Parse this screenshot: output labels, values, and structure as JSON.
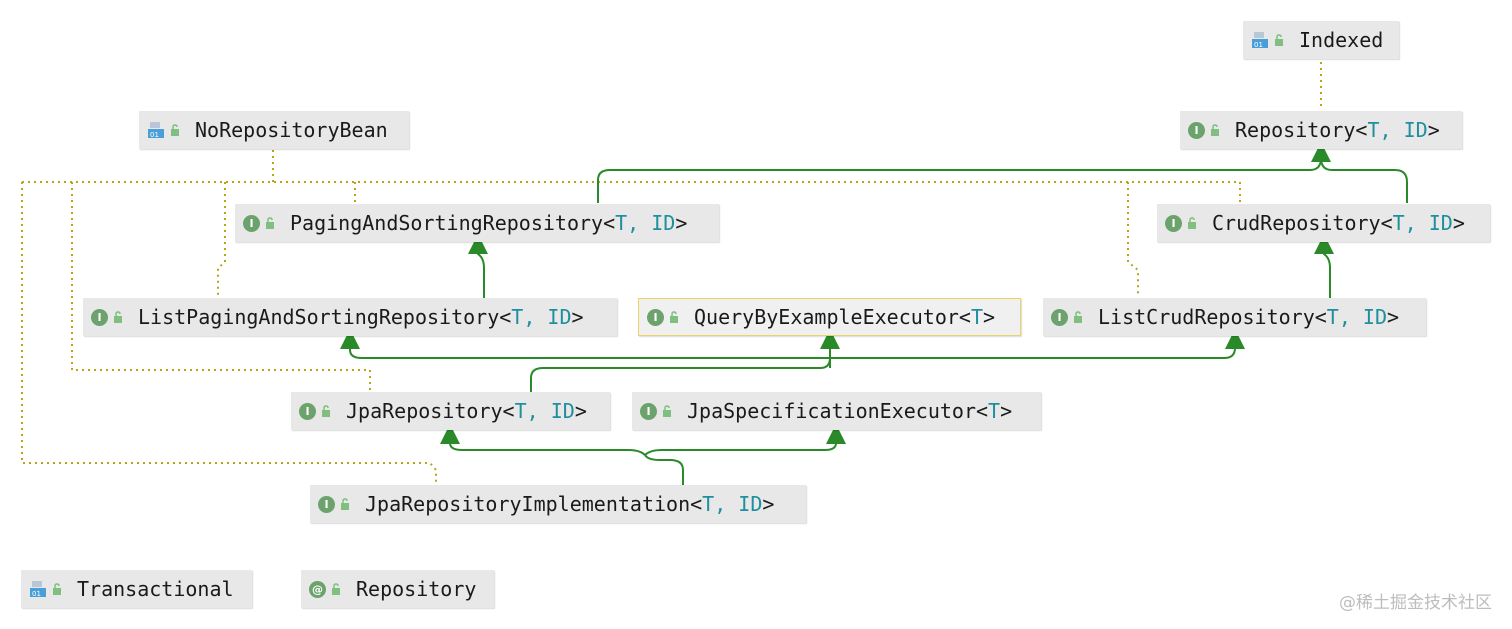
{
  "nodes": {
    "indexed": {
      "kind": "annotation",
      "label": "Indexed",
      "params": ""
    },
    "repository": {
      "kind": "interface",
      "label": "Repository",
      "params": "T, ID"
    },
    "no_repository_bean": {
      "kind": "annotation",
      "label": "NoRepositoryBean",
      "params": ""
    },
    "paging_and_sorting_repository": {
      "kind": "interface",
      "label": "PagingAndSortingRepository",
      "params": "T, ID"
    },
    "crud_repository": {
      "kind": "interface",
      "label": "CrudRepository",
      "params": "T, ID"
    },
    "list_paging_and_sorting_repository": {
      "kind": "interface",
      "label": "ListPagingAndSortingRepository",
      "params": "T, ID"
    },
    "query_by_example_executor": {
      "kind": "interface",
      "label": "QueryByExampleExecutor",
      "params": "T"
    },
    "list_crud_repository": {
      "kind": "interface",
      "label": "ListCrudRepository",
      "params": "T, ID"
    },
    "jpa_repository": {
      "kind": "interface",
      "label": "JpaRepository",
      "params": "T, ID"
    },
    "jpa_specification_executor": {
      "kind": "interface",
      "label": "JpaSpecificationExecutor",
      "params": "T"
    },
    "jpa_repository_implementation": {
      "kind": "interface",
      "label": "JpaRepositoryImplementation",
      "params": "T, ID"
    },
    "transactional": {
      "kind": "annotation",
      "label": "Transactional",
      "params": ""
    },
    "repository_annotation": {
      "kind": "at-annotation",
      "label": "Repository",
      "params": ""
    }
  },
  "icons": {
    "interface": "interface-icon",
    "annotation": "annotation-class-icon",
    "at-annotation": "at-annotation-icon",
    "access": "lock-icon"
  },
  "colors": {
    "extends_edge": "#2a8a2a",
    "annotation_edge": "#b9a41a",
    "type_param": "#1f8f9f",
    "node_bg": "#e8e8e8"
  },
  "watermark": "@稀土掘金技术社区"
}
